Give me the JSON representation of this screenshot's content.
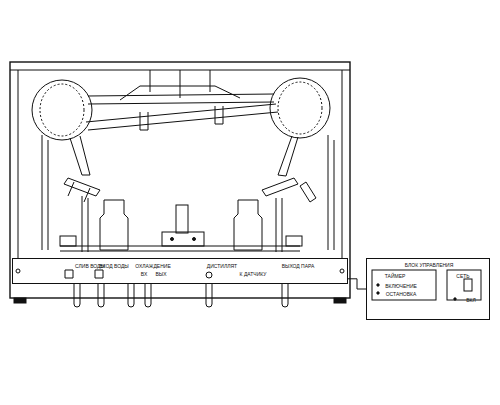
{
  "diagram": {
    "nodes": [
      {
        "text": [
          "СЛИВ ВОДЫ",
          "ВХОД ВОДЫ",
          "ОХЛАЖДЕНИЕ",
          "ВХ",
          "ВЫХ",
          "ДИСТИЛЛЯТ",
          "К ДАТЧИКУ",
          "ВЫХОД ПАРА"
        ]
      },
      {
        "text": [
          "БЛОК УПРАВЛЕНИЯ",
          "ТАЙМЕР",
          "ВКЛЮЧЕНИЕ",
          "ОСТАНОВКА",
          "СЕТЬ",
          "ВКЛ"
        ]
      }
    ],
    "edges": [
      {
        "from": 0,
        "to": 1,
        "arrow": "none"
      }
    ]
  }
}
